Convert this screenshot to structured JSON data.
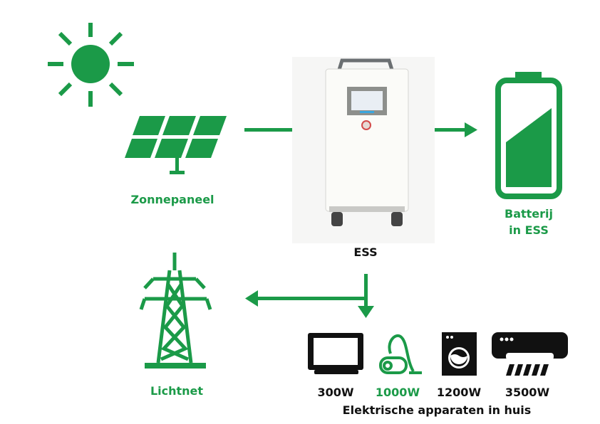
{
  "colors": {
    "green": "#1b9a48",
    "black": "#111111"
  },
  "labels": {
    "solar_panel": "Zonnepaneel",
    "ess": "ESS",
    "battery_line1": "Batterij",
    "battery_line2": "in ESS",
    "grid": "Lichtnet",
    "appliances_caption": "Elektrische apparaten in huis"
  },
  "appliances": [
    {
      "icon": "tv-icon",
      "power": "300W",
      "highlight": false
    },
    {
      "icon": "vacuum-cleaner-icon",
      "power": "1000W",
      "highlight": true
    },
    {
      "icon": "washing-machine-icon",
      "power": "1200W",
      "highlight": false
    },
    {
      "icon": "air-conditioner-icon",
      "power": "3500W",
      "highlight": false
    }
  ]
}
